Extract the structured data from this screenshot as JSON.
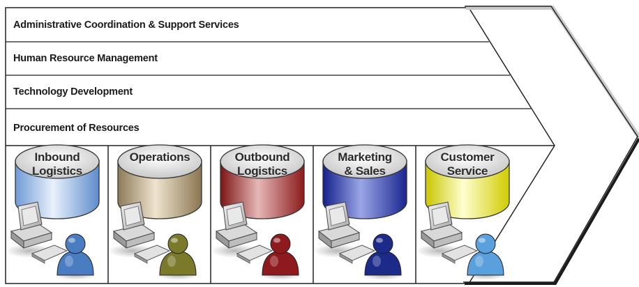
{
  "support_activities": [
    "Administrative Coordination & Support Services",
    "Human Resource Management",
    "Technology Development",
    "Procurement of Resources"
  ],
  "primary_activities": [
    {
      "label": "Inbound\nLogistics",
      "color": "#a8c8ee",
      "person_color": "#4a7cc2"
    },
    {
      "label": "Operations",
      "color": "#c0ad8c",
      "person_color": "#7b7a2a"
    },
    {
      "label": "Outbound\nLogistics",
      "color": "#b03a3a",
      "person_color": "#8e1a1e"
    },
    {
      "label": "Marketing\n& Sales",
      "color": "#3244a8",
      "person_color": "#1c2a8a"
    },
    {
      "label": "Customer\nService",
      "color": "#f2f000",
      "person_color": "#5aa0dc"
    }
  ],
  "icons": [
    "database-cylinder-icon",
    "computer-icon",
    "keyboard-icon",
    "person-icon"
  ]
}
